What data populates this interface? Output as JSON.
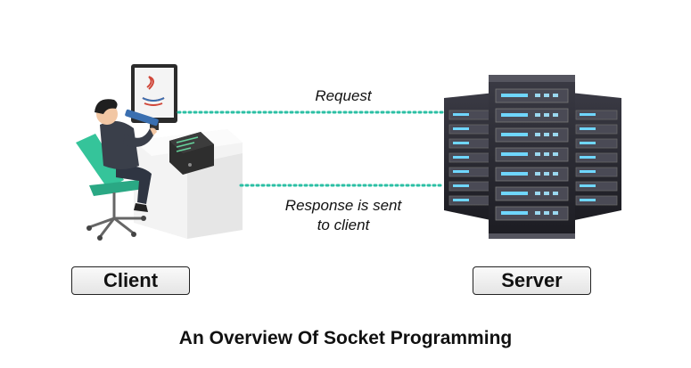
{
  "diagram": {
    "title": "An Overview Of Socket Programming",
    "client_label": "Client",
    "server_label": "Server",
    "request_label": "Request",
    "response_line1": "Response is sent",
    "response_line2": "to client",
    "colors": {
      "connector": "#2bbfa4",
      "chair": "#35c49a",
      "server_body": "#2a2a33",
      "server_led": "#6fd6ff",
      "desk": "#eeeeee"
    },
    "icons": {
      "client": "person-at-computer-icon",
      "server": "server-rack-icon",
      "monitor_logo": "java-logo-icon"
    }
  }
}
